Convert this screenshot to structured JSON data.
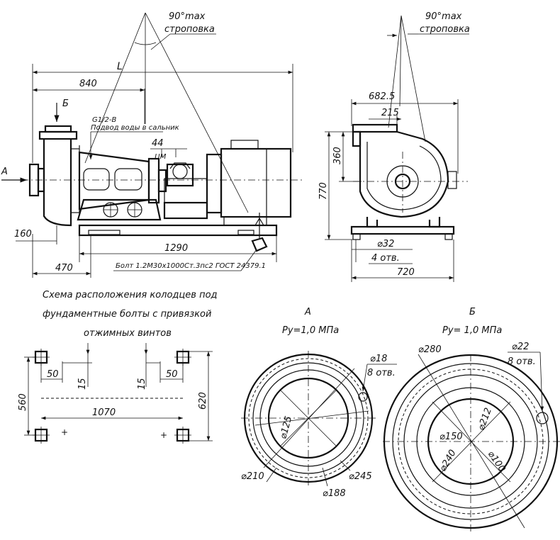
{
  "top_view": {
    "sling_note": "90°max",
    "sling_word": "строповка",
    "dim_L": "L",
    "dim_840": "840",
    "label_B": "Б",
    "label_A": "А",
    "thread": "G1/2-B",
    "water_note": "Подвод воды в сальник",
    "dim_44": "44",
    "cm_label": "ЦМ",
    "dim_160": "160",
    "dim_1290": "1290",
    "dim_470": "470",
    "bolt_note": "Болт 1.2М30х1000Ст.3пс2 ГОСТ 24379.1"
  },
  "side_view": {
    "sling_note": "90°max",
    "sling_word": "строповка",
    "dim_6825": "682.5",
    "dim_215": "215",
    "dim_360": "360",
    "dim_770": "770",
    "dim_32": "⌀32",
    "holes": "4 отв.",
    "dim_720": "720"
  },
  "wells_scheme": {
    "caption_line1": "Схема расположения колодцев под",
    "caption_line2": "фундаментные болты с привязкой",
    "caption_line3": "отжимных винтов",
    "dim_50_left": "50",
    "dim_15_left": "15",
    "dim_15_right": "15",
    "dim_50_right": "50",
    "dim_560": "560",
    "dim_1070": "1070",
    "dim_620": "620"
  },
  "flange_A": {
    "title": "А",
    "pressure": "Ру=1,0 МПа",
    "holes_d": "⌀18",
    "holes_n": "8 отв.",
    "d125": "⌀125",
    "d210": "⌀210",
    "d188": "⌀188",
    "d245": "⌀245"
  },
  "flange_B": {
    "title": "Б",
    "pressure": "Ру= 1,0 МПа",
    "d280": "⌀280",
    "holes_d": "⌀22",
    "holes_n": "8 отв.",
    "d212": "⌀212",
    "d150": "⌀150",
    "d240": "⌀240",
    "d100": "⌀100"
  }
}
